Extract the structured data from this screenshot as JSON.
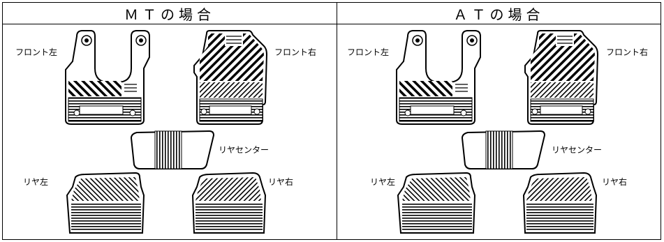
{
  "panels": [
    {
      "header": "ＭＴの場合",
      "labels": {
        "front_left": "フロント左",
        "front_right": "フロント右",
        "rear_center": "リヤセンター",
        "rear_left": "リヤ左",
        "rear_right": "リヤ右"
      }
    },
    {
      "header": "ＡＴの場合",
      "labels": {
        "front_left": "フロント左",
        "front_right": "フロント右",
        "rear_center": "リヤセンター",
        "rear_left": "リヤ左",
        "rear_right": "リヤ右"
      }
    }
  ]
}
